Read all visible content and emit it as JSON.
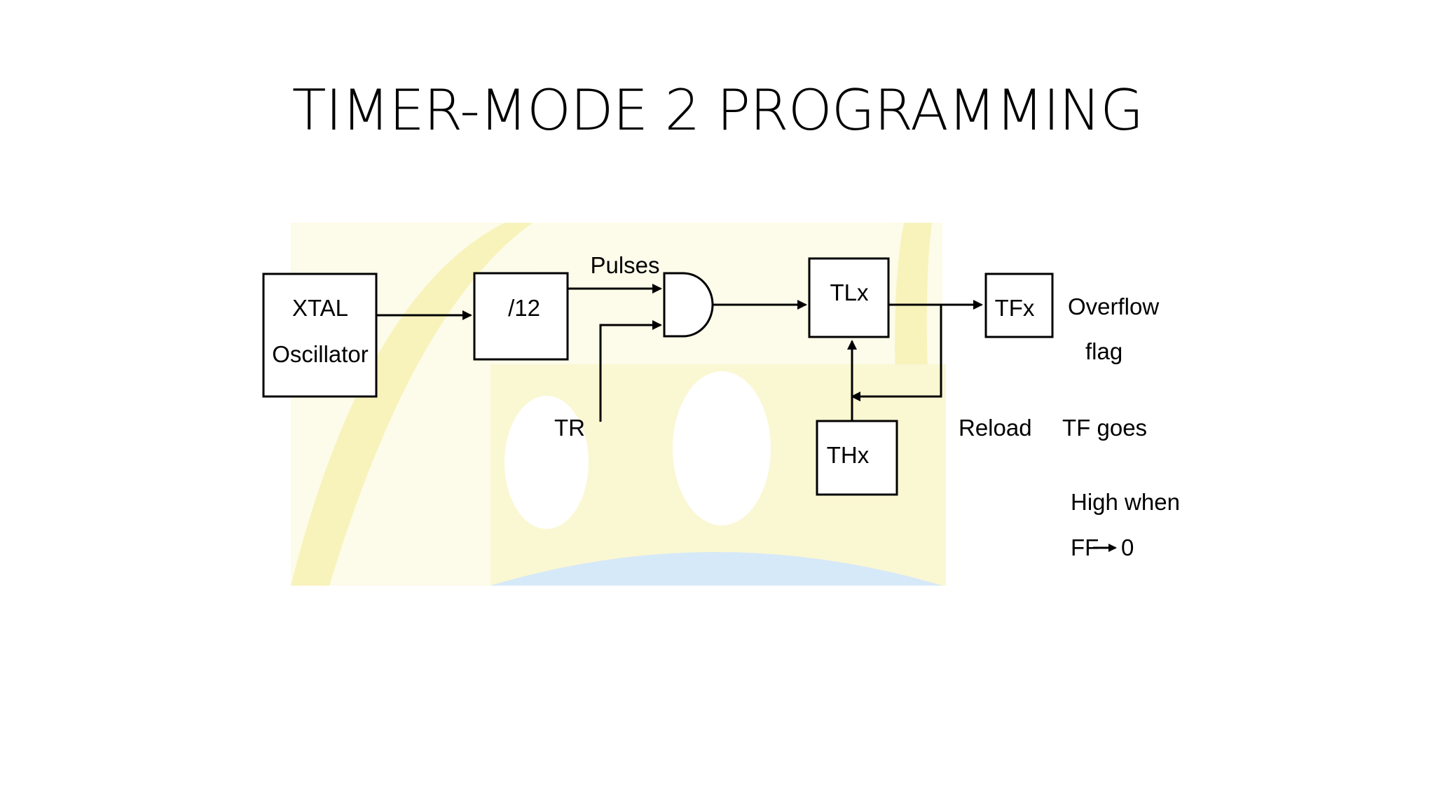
{
  "title": "TIMER-MODE 2 PROGRAMMING",
  "blocks": {
    "xtal_line1": "XTAL",
    "xtal_line2": "Oscillator",
    "divider": "/12",
    "tlx": "TLx",
    "thx": "THx",
    "tfx": "TFx"
  },
  "labels": {
    "pulses": "Pulses",
    "tr": "TR",
    "reload": "Reload",
    "overflow": "Overflow",
    "flag": "flag",
    "tf_goes": "TF goes",
    "high_when": "High when",
    "ff_to_zero_prefix": "FF",
    "ff_to_zero_suffix": "0"
  },
  "colors": {
    "watermark_yellow": "#f7f2b0",
    "watermark_blue": "#cfe6f7",
    "ink": "#000000"
  }
}
